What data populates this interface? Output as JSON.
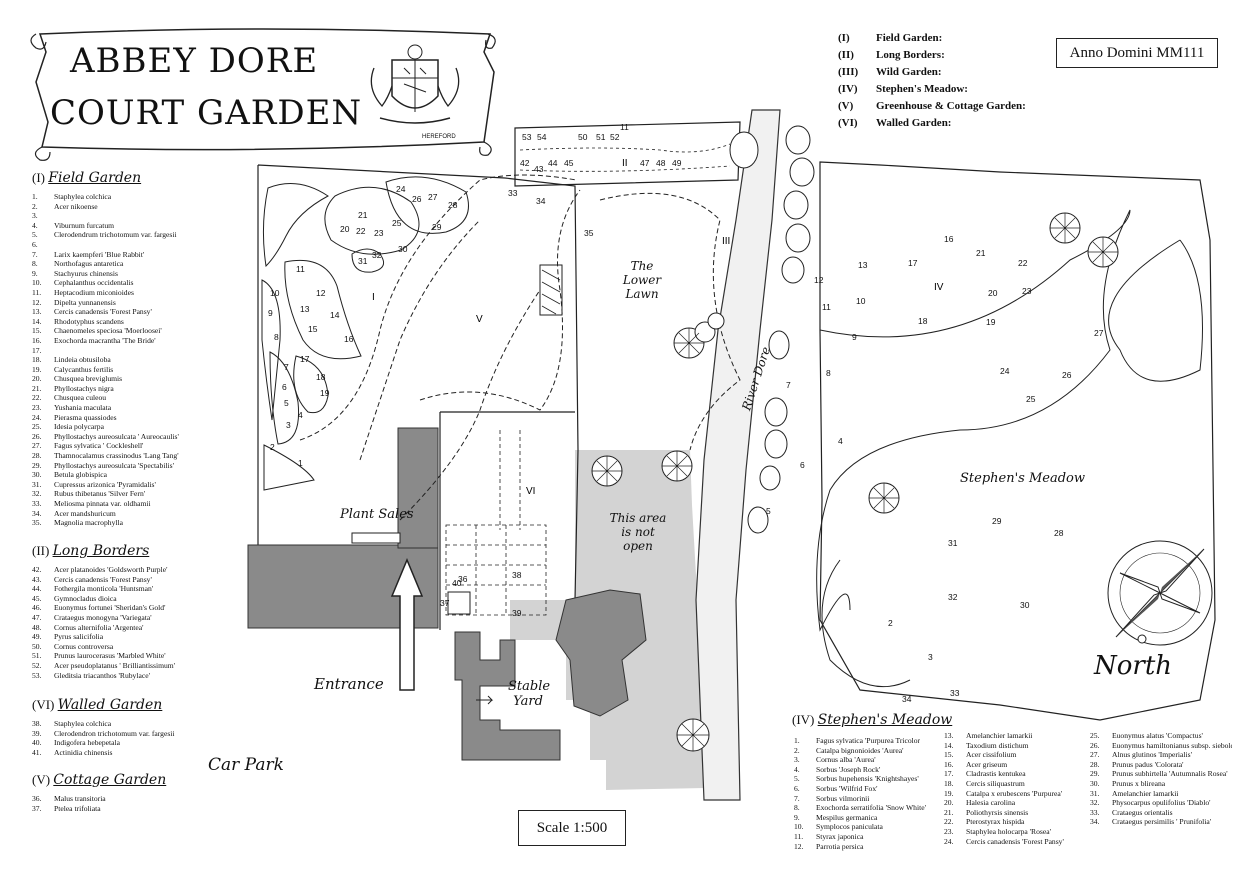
{
  "title": {
    "line1": "ABBEY DORE",
    "line2": "COURT GARDEN"
  },
  "crest_text": "HEREFORD",
  "date_box": "Anno Domini MM111",
  "scale_box": "Scale 1:500",
  "compass_label": "North",
  "zones_legend": [
    {
      "num": "(I)",
      "name": "Field Garden:"
    },
    {
      "num": "(II)",
      "name": "Long Borders:"
    },
    {
      "num": "(III)",
      "name": "Wild Garden:"
    },
    {
      "num": "(IV)",
      "name": "Stephen's Meadow:"
    },
    {
      "num": "(V)",
      "name": "Greenhouse & Cottage Garden:"
    },
    {
      "num": "(VI)",
      "name": "Walled Garden:"
    }
  ],
  "map_labels": {
    "lower_lawn": "The Lower Lawn",
    "river_dore": "River Dore",
    "stephens_meadow": "Stephen's Meadow",
    "not_open": "This area is not open",
    "plant_sales": "Plant Sales",
    "entrance": "Entrance",
    "stable_yard": "Stable Yard",
    "car_park": "Car Park"
  },
  "field_garden": {
    "num": "(I)",
    "title": "Field Garden",
    "plants": [
      [
        "1.",
        "Staphylea colchica"
      ],
      [
        "2.",
        "Acer nikoense"
      ],
      [
        "3.",
        ""
      ],
      [
        "4.",
        "Viburnum furcatum"
      ],
      [
        "5.",
        "Clerodendrum trichotomum var. fargesii"
      ],
      [
        "6.",
        ""
      ],
      [
        "7.",
        "Larix kaempferi 'Blue Rabbit'"
      ],
      [
        "8.",
        "Northofagus antaretica"
      ],
      [
        "9.",
        "Stachyurus chinensis"
      ],
      [
        "10.",
        "Cephalanthus occidentalis"
      ],
      [
        "11.",
        "Heptacodium miconioides"
      ],
      [
        "12.",
        "Dipelta yunnanensis"
      ],
      [
        "13.",
        "Cercis canadensis 'Forest Pansy'"
      ],
      [
        "14.",
        "Rhodotyphus scandens"
      ],
      [
        "15.",
        "Chaenomeles speciosa 'Moerloosei'"
      ],
      [
        "16.",
        "Exochorda macrantha 'The Bride'"
      ],
      [
        "17.",
        ""
      ],
      [
        "18.",
        "Lindeia obtusiloba"
      ],
      [
        "19.",
        "Calycanthus fertilis"
      ],
      [
        "20.",
        "Chusquea breviglumis"
      ],
      [
        "21.",
        "Phyllostachys nigra"
      ],
      [
        "22.",
        "Chusquea culeou"
      ],
      [
        "23.",
        "Yushania maculata"
      ],
      [
        "24.",
        "Pierasma quassiodes"
      ],
      [
        "25.",
        "Idesia polycarpa"
      ],
      [
        "26.",
        "Phyllostachys aureosulcata ' Aureocaulis'"
      ],
      [
        "27.",
        "Fagus sylvatica ' Cockleshell'"
      ],
      [
        "28.",
        "Thamnocalamus crassinodus 'Lang Tang'"
      ],
      [
        "29.",
        "Phyllostachys aureosulcata 'Spectabilis'"
      ],
      [
        "30.",
        "Betula globispica"
      ],
      [
        "31.",
        "Cupressus arizonica 'Pyramidalis'"
      ],
      [
        "32.",
        "Rubus thibetanus 'Silver Fern'"
      ],
      [
        "33.",
        "Meliosma pinnata var. oldhamii"
      ],
      [
        "34.",
        "Acer mandshuricum"
      ],
      [
        "35.",
        "Magnolia macrophylla"
      ]
    ]
  },
  "long_borders": {
    "num": "(II)",
    "title": "Long Borders",
    "plants": [
      [
        "42.",
        "Acer platanoides 'Goldsworth Purple'"
      ],
      [
        "43.",
        "Cercis canadensis 'Forest Pansy'"
      ],
      [
        "44.",
        "Fothergila monticola 'Huntsman'"
      ],
      [
        "45.",
        "Gymnocladus dioica"
      ],
      [
        "46.",
        "Euonymus fortunei 'Sheridan's Gold'"
      ],
      [
        "47.",
        "Crataegus monogyna 'Variegata'"
      ],
      [
        "48.",
        "Cornus alternifolia 'Argentea'"
      ],
      [
        "49.",
        "Pyrus salicifolia"
      ],
      [
        "50.",
        "Cornus controversa"
      ],
      [
        "51.",
        "Prunus laurocerasus 'Marbled White'"
      ],
      [
        "52.",
        "Acer pseudoplatanus ' Brilliantissimum'"
      ],
      [
        "53.",
        "Gleditsia triacanthos 'Rubylace'"
      ]
    ]
  },
  "walled_garden": {
    "num": "(VI)",
    "title": "Walled Garden",
    "plants": [
      [
        "38.",
        "Staphylea colchica"
      ],
      [
        "39.",
        "Clerodendron trichotomum var. fargesii"
      ],
      [
        "40.",
        "Indigofera hebepetala"
      ],
      [
        "41.",
        "Actinidia chinensis"
      ]
    ]
  },
  "cottage_garden": {
    "num": "(V)",
    "title": "Cottage Garden",
    "plants": [
      [
        "36.",
        "Malus transitoria"
      ],
      [
        "37.",
        "Ptelea trifoliata"
      ]
    ]
  },
  "stephens_meadow": {
    "num": "(IV)",
    "title": "Stephen's Meadow",
    "col1": [
      [
        "1.",
        "Fagus sylvatica 'Purpurea Tricolor"
      ],
      [
        "2.",
        "Catalpa bignonioides 'Aurea'"
      ],
      [
        "3.",
        "Cornus alba 'Aurea'"
      ],
      [
        "4.",
        "Sorbus 'Joseph Rock'"
      ],
      [
        "5.",
        "Sorbus hupehensis 'Knightshayes'"
      ],
      [
        "6.",
        "Sorbus 'Wilfrid Fox'"
      ],
      [
        "7.",
        "Sorbus vilmorinii"
      ],
      [
        "8.",
        "Exochorda serratifolia 'Snow White'"
      ],
      [
        "9.",
        "Mespilus germanica"
      ],
      [
        "10.",
        "Symplocos paniculata"
      ],
      [
        "11.",
        "Styrax japonica"
      ],
      [
        "12.",
        "Parrotia persica"
      ]
    ],
    "col2": [
      [
        "13.",
        "Amelanchier lamarkii"
      ],
      [
        "14.",
        "Taxodium distichum"
      ],
      [
        "15.",
        "Acer cissifolium"
      ],
      [
        "16.",
        "Acer griseum"
      ],
      [
        "17.",
        "Cladrastis kentukea"
      ],
      [
        "18.",
        "Cercis siliquastrum"
      ],
      [
        "19.",
        "Catalpa x erubescens 'Purpurea'"
      ],
      [
        "20.",
        "Halesia carolina"
      ],
      [
        "21.",
        "Poliothyrsis sinensis"
      ],
      [
        "22.",
        "Pterostyrax hispida"
      ],
      [
        "23.",
        "Staphylea holocarpa 'Rosea'"
      ],
      [
        "24.",
        "Cercis canadensis 'Forest Pansy'"
      ]
    ],
    "col3": [
      [
        "25.",
        "Euonymus alatus 'Compactus'"
      ],
      [
        "26.",
        "Euonymus hamiltonianus subsp. sieboldianus"
      ],
      [
        "27.",
        "Alnus glutinos 'Imperialis'"
      ],
      [
        "28.",
        "Prunus padus 'Colorata'"
      ],
      [
        "29.",
        "Prunus subhirtella 'Autumnalis Rosea'"
      ],
      [
        "30.",
        "Prunus x blireana"
      ],
      [
        "31.",
        "Amelanchier lamarkii"
      ],
      [
        "32.",
        "Physocarpus opulifolius 'Diablo'"
      ],
      [
        "33.",
        "Crataegus orientalis"
      ],
      [
        "34.",
        "Crataegus persimilis ' Prunifolia'"
      ]
    ]
  },
  "zone_markers": [
    "I",
    "II",
    "III",
    "IV",
    "V",
    "VI"
  ],
  "colors": {
    "building": "#8a8a8a",
    "closed_area": "#d3d3d3",
    "line": "#222222"
  }
}
